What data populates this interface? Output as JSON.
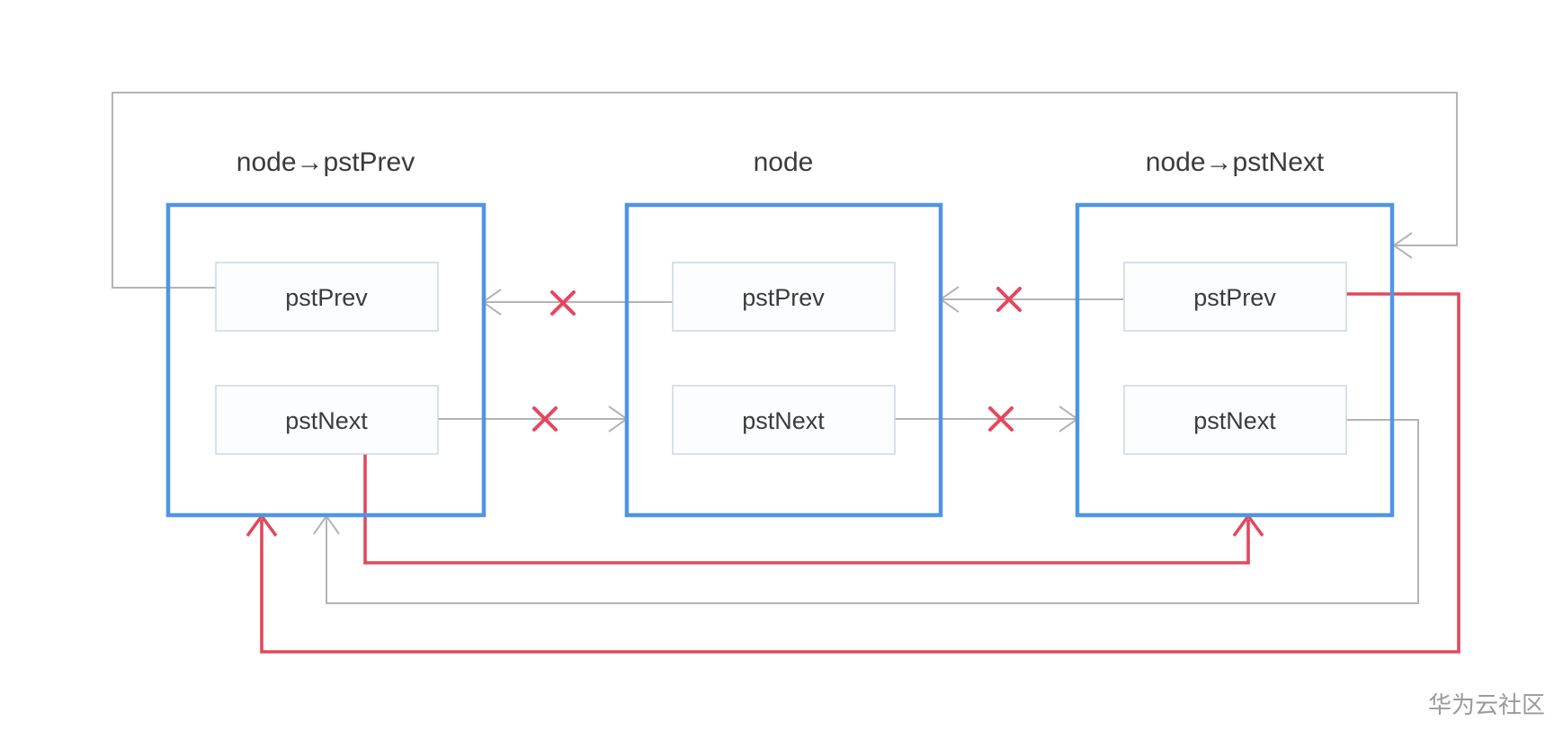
{
  "diagram": {
    "background": "#ffffff",
    "nodes": [
      {
        "label": "node→pstPrev",
        "fields": [
          "pstPrev",
          "pstNext"
        ]
      },
      {
        "label": "node",
        "fields": [
          "pstPrev",
          "pstNext"
        ]
      },
      {
        "label": "node→pstNext",
        "fields": [
          "pstPrev",
          "pstNext"
        ]
      }
    ],
    "watermark": "华为云社区",
    "colors": {
      "node_border": "#4e95e8",
      "field_border": "#ccd7e2",
      "field_fill": "#fbfdff",
      "old_link": "#b4b4b4",
      "new_link": "#e0495c",
      "cross": "#e8465e",
      "label_text": "#3b3b3b",
      "watermark_text": "#9a9a9a"
    }
  }
}
